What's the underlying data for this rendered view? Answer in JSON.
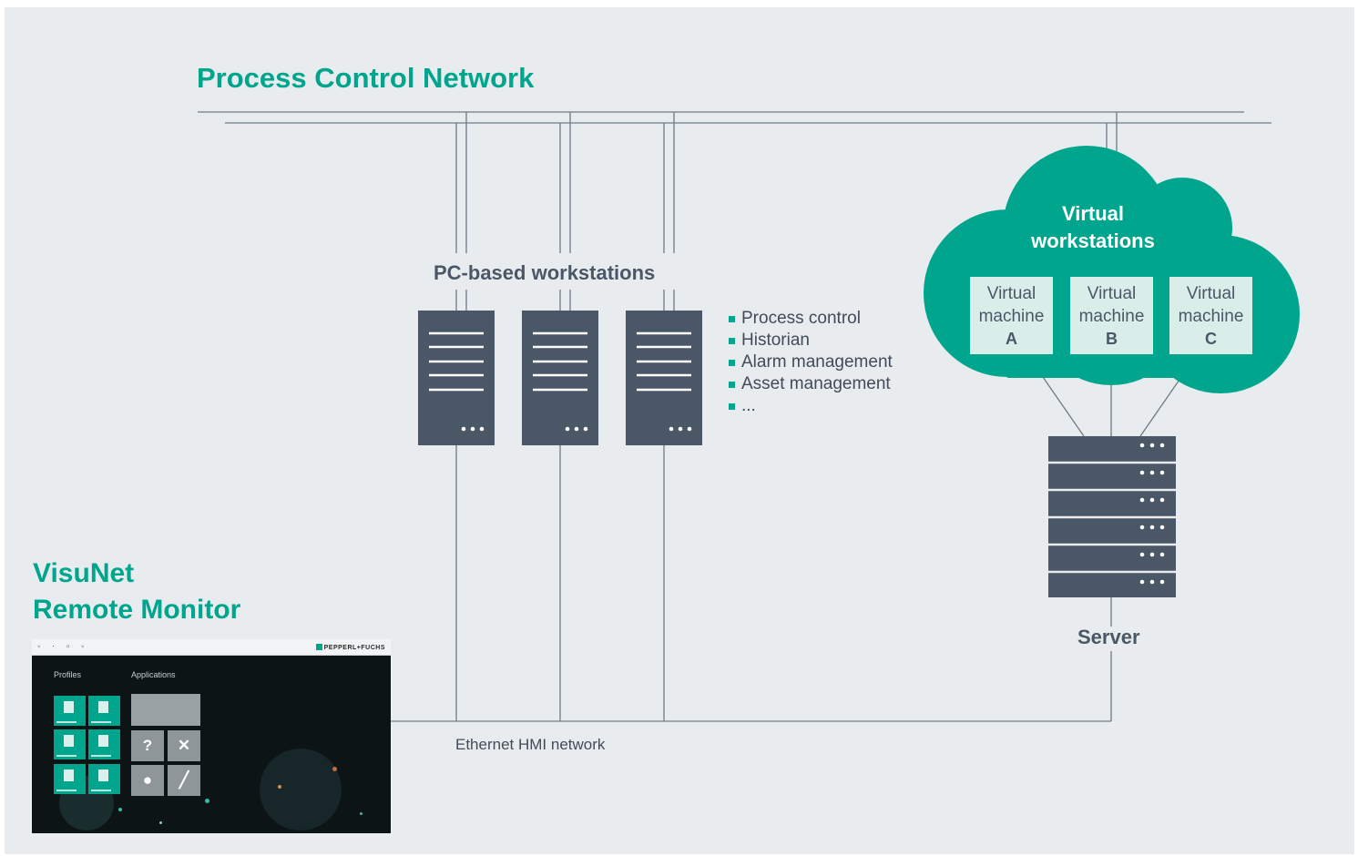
{
  "colors": {
    "teal": "#00a58d",
    "dark": "#4a5766",
    "line": "#6e7b87",
    "vm_box": "#d9eee9",
    "background": "#e9ecef"
  },
  "network_title": "Process Control Network",
  "workstations": {
    "title": "PC-based workstations",
    "icon": "server-tower-icon",
    "more_glyph": "•••",
    "functions": [
      "Process control",
      "Historian",
      "Alarm management",
      "Asset management",
      "..."
    ]
  },
  "cloud": {
    "title_line1": "Virtual",
    "title_line2": "workstations",
    "machines": [
      {
        "line1": "Virtual",
        "line2": "machine",
        "letter": "A"
      },
      {
        "line1": "Virtual",
        "line2": "machine",
        "letter": "B"
      },
      {
        "line1": "Virtual",
        "line2": "machine",
        "letter": "C"
      }
    ]
  },
  "server": {
    "label": "Server",
    "icon": "rack-server-icon",
    "units": 6
  },
  "hmi_network_label": "Ethernet HMI network",
  "remote_monitor": {
    "title_line1": "VisuNet",
    "title_line2": "Remote Monitor",
    "screen": {
      "profiles_label": "Profiles",
      "applications_label": "Applications",
      "brand": "PEPPERL+FUCHS",
      "app_icons": [
        "help-icon",
        "tools-icon",
        "globe-icon",
        "pen-icon"
      ]
    }
  }
}
